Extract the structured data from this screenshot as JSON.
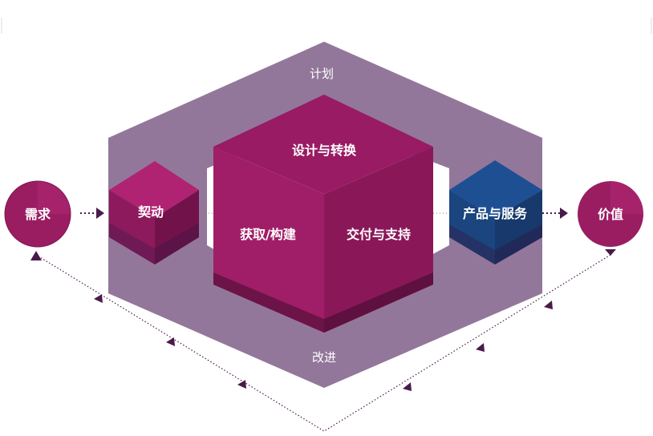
{
  "diagram": {
    "frame": {
      "top_label": "计划",
      "bottom_label": "改进"
    },
    "nodes": {
      "demand": "需求",
      "value": "价值"
    },
    "cubes": {
      "engage": "契动",
      "main_top": "设计与转换",
      "main_left": "获取/构建",
      "main_right": "交付与支持",
      "product": "产品与服务"
    },
    "colors": {
      "frame": "#7d5a86",
      "magenta": "#9c1c62",
      "magenta_dark": "#7d1452",
      "blue": "#1e4a8a",
      "blue_dark": "#193a70",
      "arrow": "#4a1a4a"
    }
  }
}
